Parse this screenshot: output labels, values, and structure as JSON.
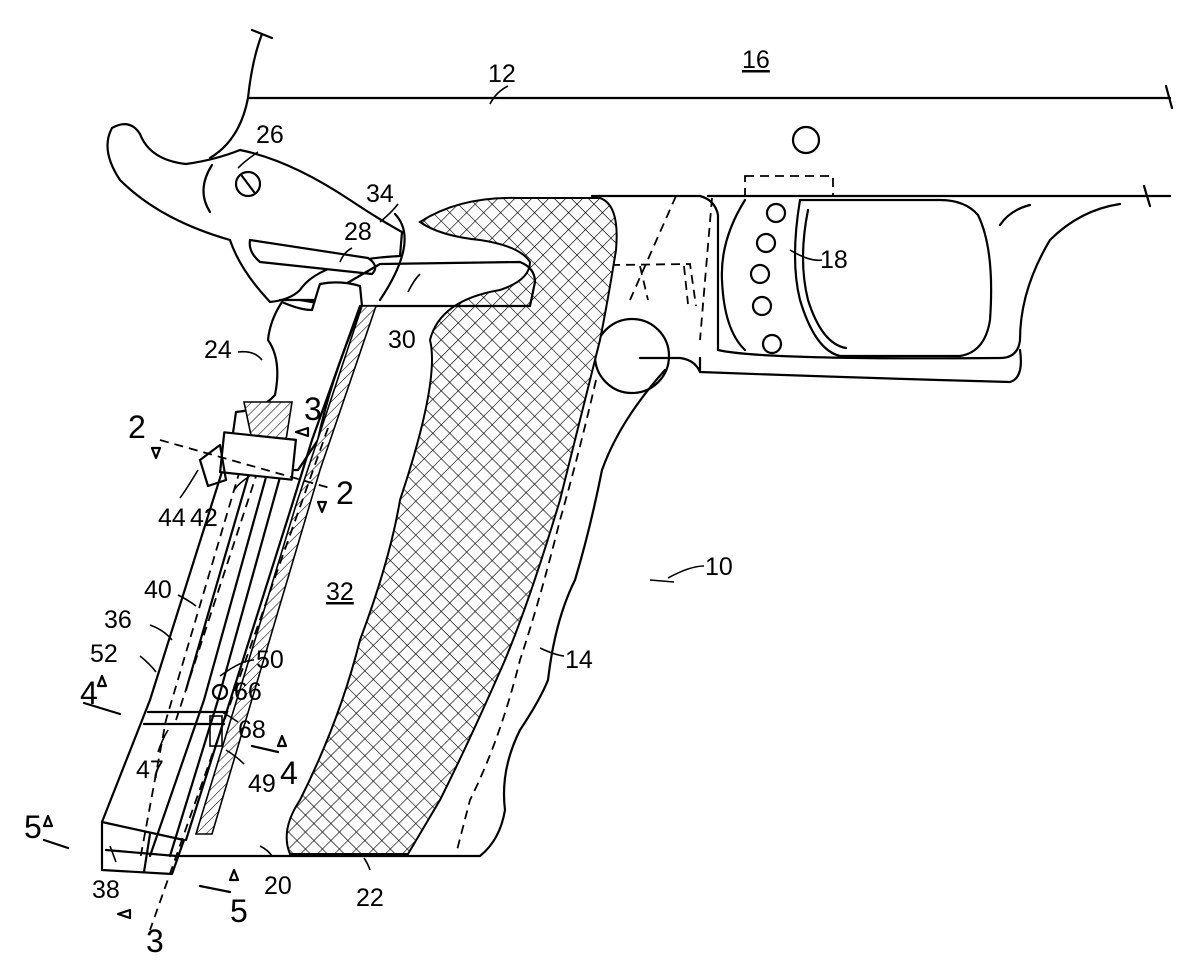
{
  "labels": {
    "l10": "10",
    "l12": "12",
    "l14": "14",
    "l16": "16",
    "l18": "18",
    "l20": "20",
    "l22": "22",
    "l24": "24",
    "l26": "26",
    "l28": "28",
    "l30": "30",
    "l32": "32",
    "l34": "34",
    "l36": "36",
    "l38": "38",
    "l40": "40",
    "l42": "42",
    "l44": "44",
    "l47": "47",
    "l49": "49",
    "l50": "50",
    "l52": "52",
    "l66": "66",
    "l68": "68"
  },
  "section_marks": {
    "s2_left": "2",
    "s2_right": "2",
    "s3_top": "3",
    "s3_bottom": "3",
    "s4_left": "4",
    "s4_right": "4",
    "s5_left": "5",
    "s5_right": "5"
  }
}
